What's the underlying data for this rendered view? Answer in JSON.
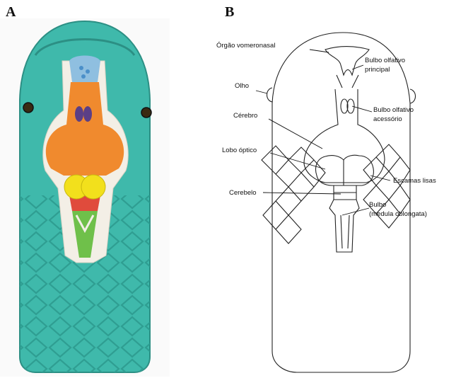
{
  "panels": {
    "a": {
      "letter": "A"
    },
    "b": {
      "letter": "B"
    }
  },
  "labels": {
    "vomeronasal": "Órgão vomeronasal",
    "olfactory_main": [
      "Bulbo olfativo",
      "principal"
    ],
    "eye": "Olho",
    "olfactory_accessory": [
      "Bulbo olfativo",
      "acessório"
    ],
    "cerebrum": "Cérebro",
    "optic_lobe": "Lobo óptico",
    "smooth_scales": "Escamas lisas",
    "cerebellum": "Cerebelo",
    "medulla": [
      "Bulbo",
      "(medula oblongata)"
    ]
  },
  "colors": {
    "model_body": "#3fb9ab",
    "olfactory_region": "#8fbfe0",
    "cerebrum": "#f08a2e",
    "optic_lobes": "#f2e01c",
    "cerebellum": "#e04b3c",
    "medulla": "#6fc04a",
    "bulbs": "#5b3f86"
  }
}
